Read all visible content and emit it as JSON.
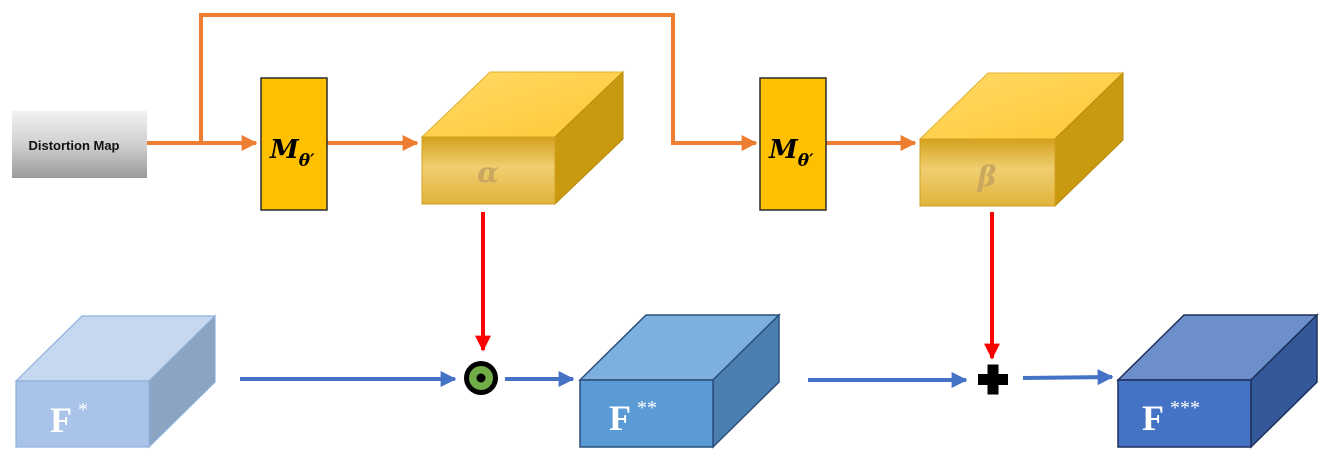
{
  "input": {
    "label": "Distortion Map"
  },
  "modules": [
    {
      "main": "M",
      "sub": "θ′"
    },
    {
      "main": "M",
      "sub": "θ′"
    }
  ],
  "params": [
    {
      "symbol": "α"
    },
    {
      "symbol": "β"
    }
  ],
  "features": [
    {
      "main": "F",
      "sup": "*"
    },
    {
      "main": "F",
      "sup": "**"
    },
    {
      "main": "F",
      "sup": "***"
    }
  ],
  "operators": {
    "multiply": "hadamard-product-icon",
    "add": "plus-icon"
  },
  "colors": {
    "orange_arrow": "#ED7D31",
    "red_arrow": "#FF0000",
    "blue_arrow": "#4472C4",
    "module_fill": "#FFC000",
    "feature1": "#A9C4E8",
    "feature2": "#5B9BD5",
    "feature3": "#4472C4"
  }
}
